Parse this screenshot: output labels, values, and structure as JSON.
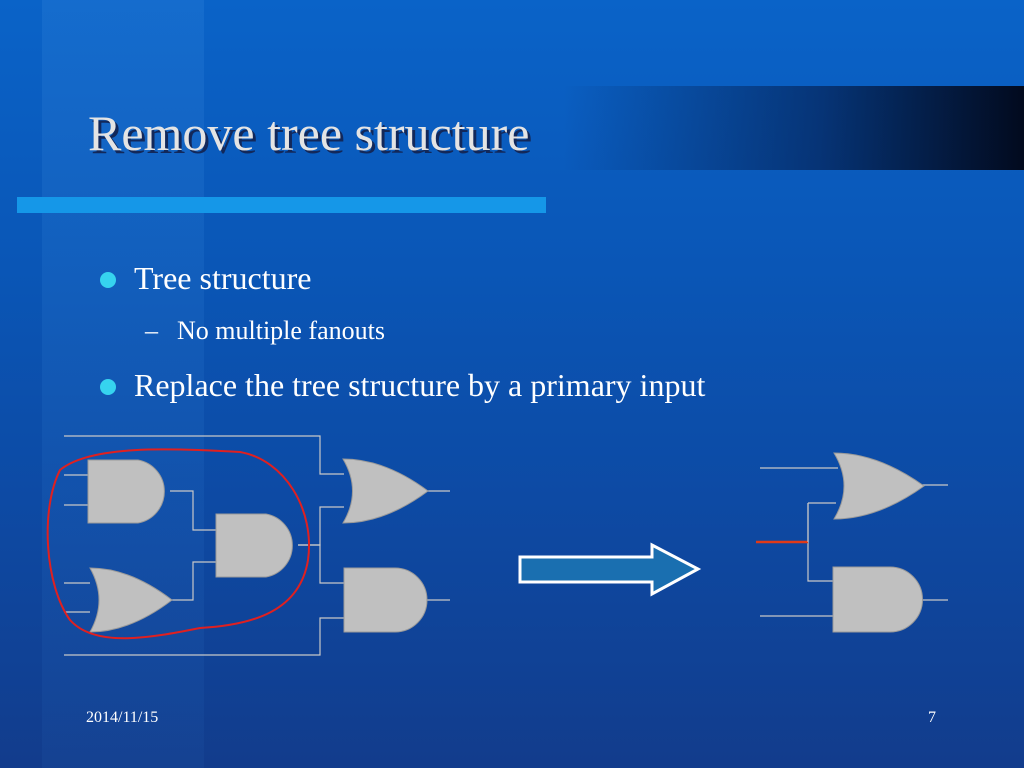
{
  "slide": {
    "title": "Remove tree structure",
    "bullets": [
      {
        "text": "Tree structure",
        "subbullets": [
          "No multiple fanouts"
        ]
      },
      {
        "text": "Replace the tree structure by a primary input",
        "subbullets": []
      }
    ],
    "subbullet_marker": "–",
    "footer": {
      "date": "2014/11/15",
      "page_number": "7"
    }
  },
  "colors": {
    "background": "#0a5cc0",
    "title_text": "#e4e4e4",
    "bullet_dot": "#36d3ef",
    "accent_bar": "#1597e8",
    "gate_fill": "#c0c0c0",
    "wire": "#c8c8c8",
    "highlight_circle": "#e02020",
    "arrow_fill": "#1a6fb0",
    "new_input_wire": "#e03a18"
  },
  "diagram": {
    "left_circuit_gates": [
      "and-gate",
      "and-gate",
      "or-gate",
      "or-gate",
      "and-gate"
    ],
    "right_circuit_gates": [
      "or-gate",
      "and-gate"
    ],
    "arrow": "right-arrow-icon"
  }
}
